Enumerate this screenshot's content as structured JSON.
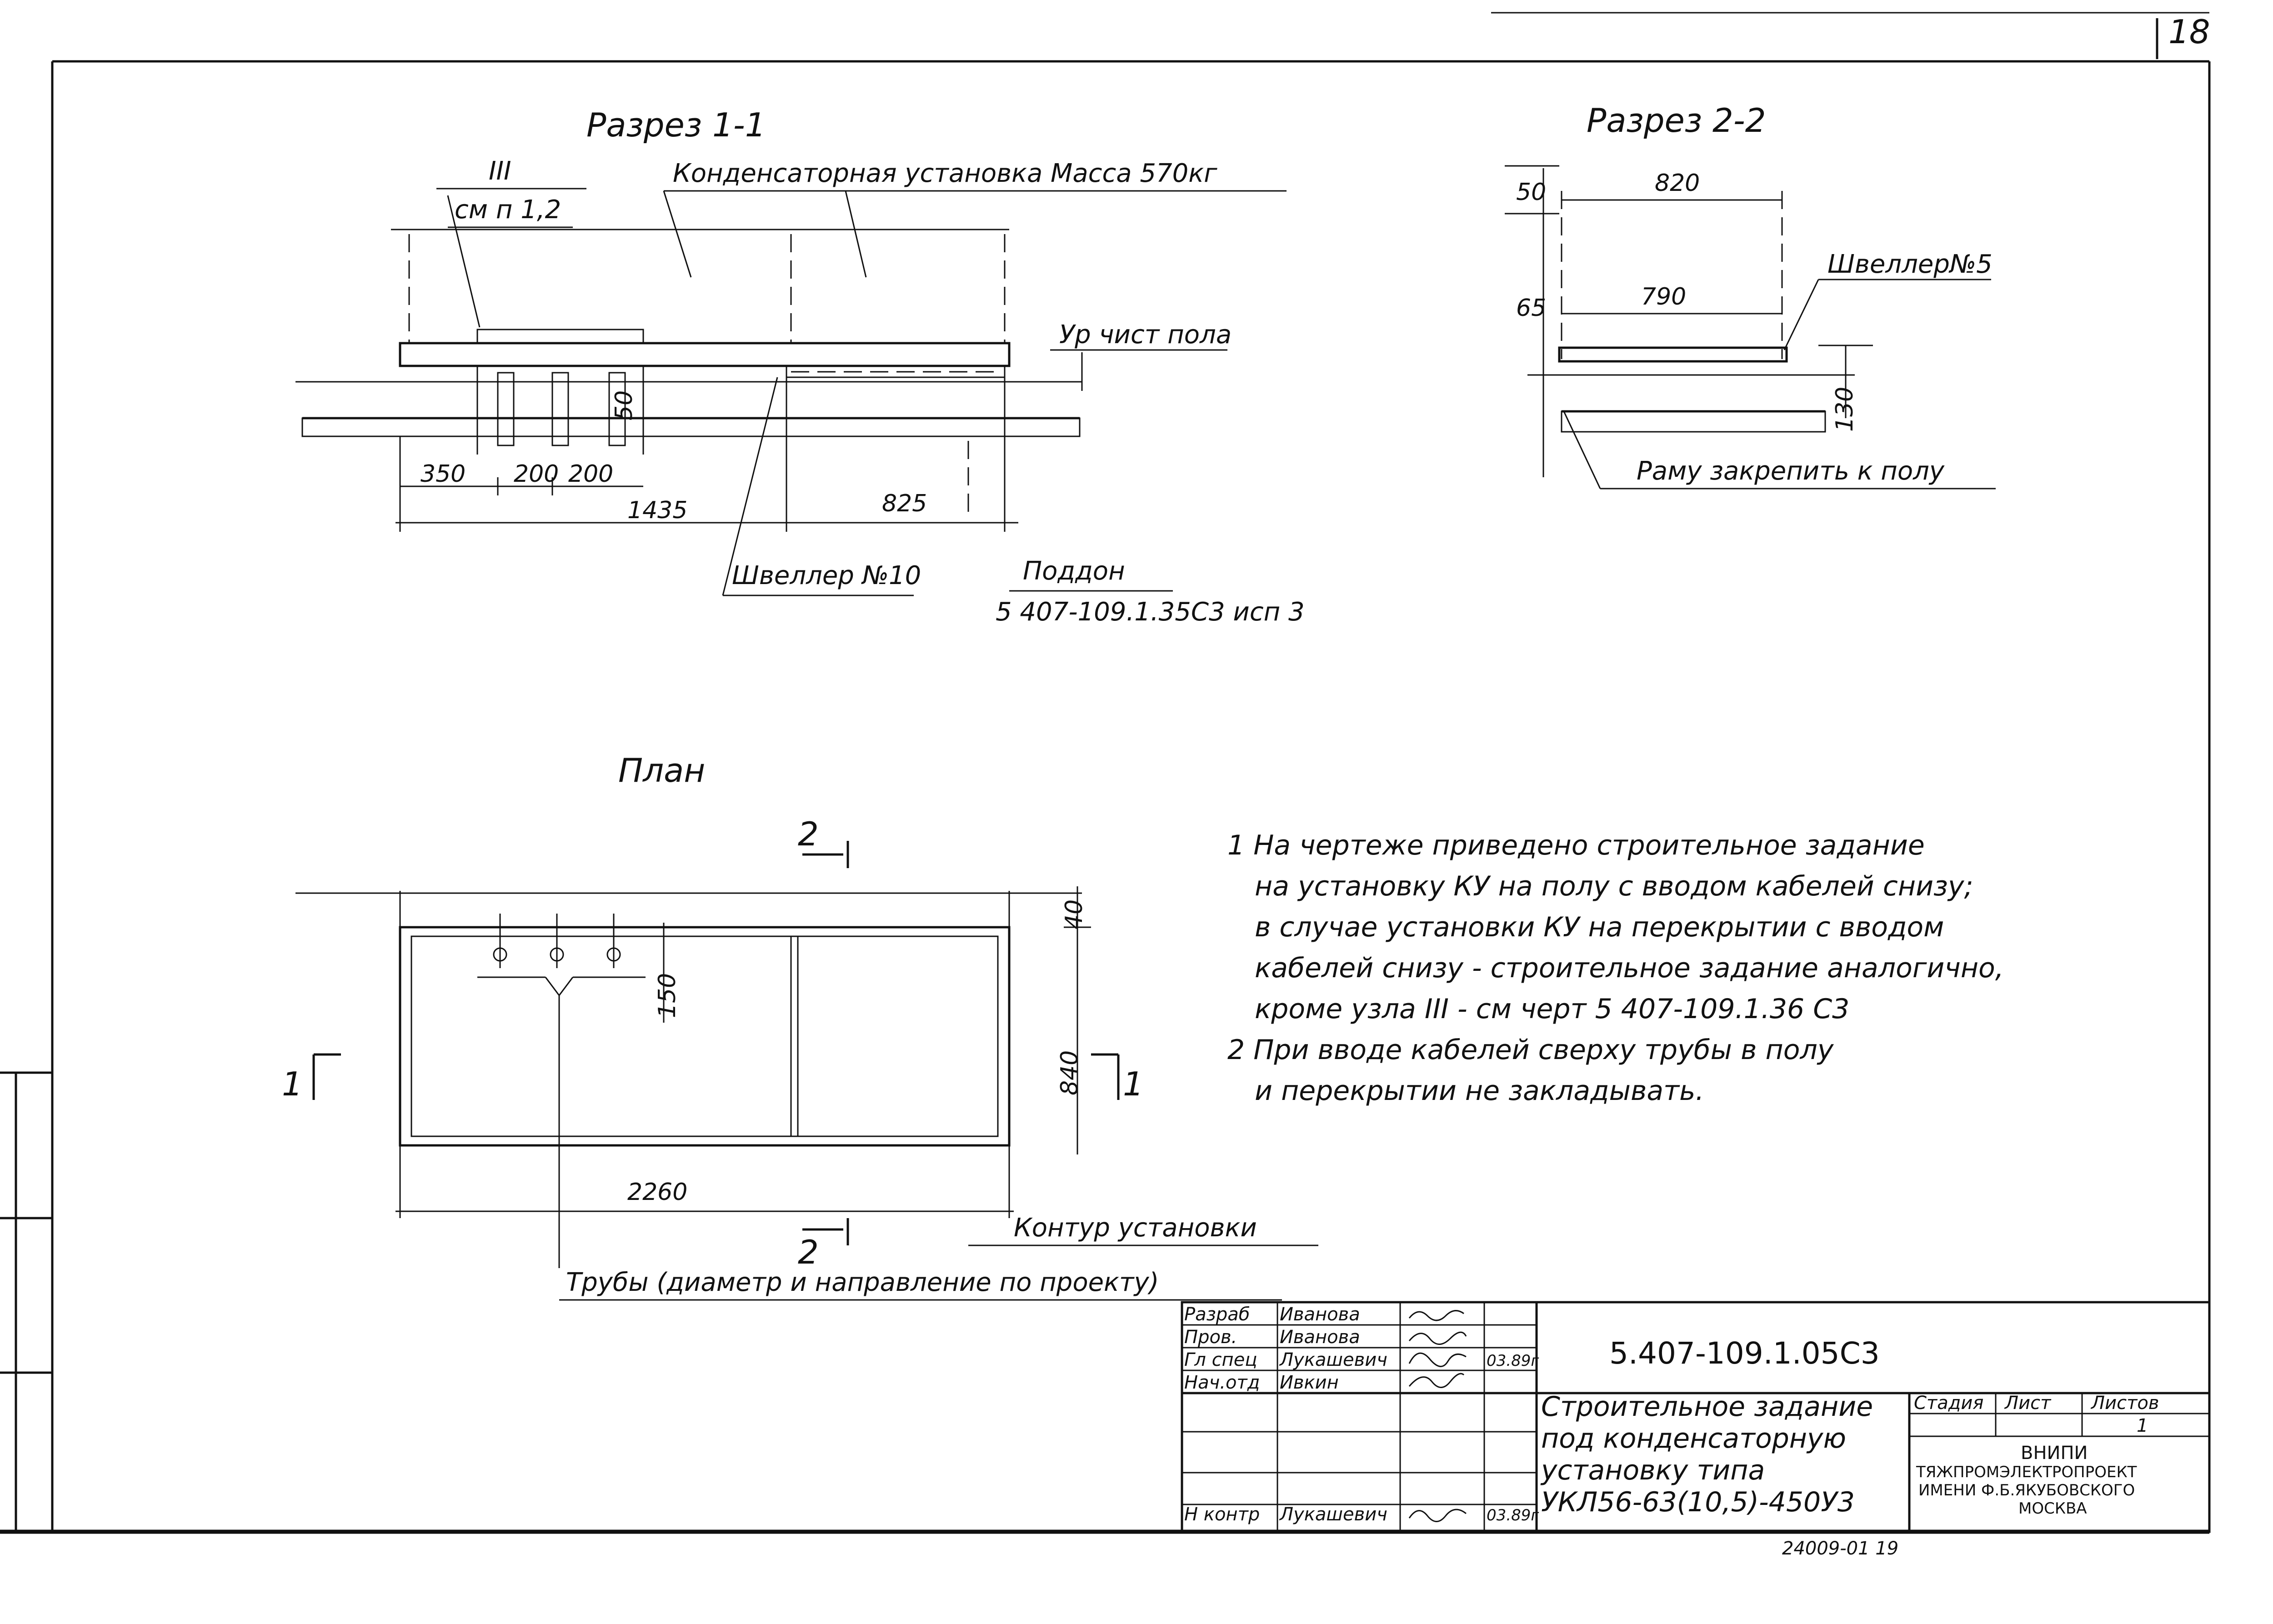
{
  "sheet": {
    "page_number": "18",
    "bottom_note": "24009-01  19"
  },
  "section_1": {
    "title": "Разрез 1-1",
    "node_label": "III",
    "node_ref": "см п 1,2",
    "unit_label": "Конденсаторная установка Масса 570кг",
    "floor_label": "Ур чист пола",
    "small_dim": "50",
    "dims": [
      "350",
      "200",
      "200",
      "1435",
      "825"
    ],
    "channel_label": "Швеллер №10",
    "tray_label": "Поддон",
    "tray_ref": "5 407-109.1.35С3 исп 3"
  },
  "section_2": {
    "title": "Разрез 2-2",
    "dims": [
      "50",
      "820",
      "65",
      "790",
      "130"
    ],
    "channel_label": "Швеллер№5",
    "fix_label": "Раму закрепить к полу"
  },
  "plan": {
    "title": "План",
    "cut_2": "2",
    "cut_1": "1",
    "dims": [
      "40",
      "150",
      "840",
      "2260"
    ],
    "contour_label": "Контур установки",
    "pipes_label": "Трубы (диаметр и направление по проекту)"
  },
  "notes": [
    "1  На чертеже приведено строительное задание",
    "на установку  КУ на полу с вводом кабелей снизу;",
    "в случае установки  КУ на  перекрытии с вводом",
    "кабелей  снизу - строительное  задание аналогично,",
    "кроме узла  III - см черт 5 407-109.1.36 С3",
    "2  При вводе  кабелей сверху трубы в полу",
    "и перекрытии  не закладывать."
  ],
  "title_block": {
    "doc_code": "5.407-109.1.05С3",
    "rows": [
      {
        "role": "Разраб",
        "name": "Иванова",
        "date": ""
      },
      {
        "role": "Пров.",
        "name": "Иванова",
        "date": ""
      },
      {
        "role": "Гл спец",
        "name": "Лукашевич",
        "date": "03.89г"
      },
      {
        "role": "Нач.отд",
        "name": "Ивкин",
        "date": ""
      },
      {
        "role": "",
        "name": "",
        "date": ""
      },
      {
        "role": "",
        "name": "",
        "date": ""
      },
      {
        "role": "Н контр",
        "name": "Лукашевич",
        "date": "03.89г"
      }
    ],
    "description": [
      "Строительное задание",
      "под конденсаторную",
      "установку  типа",
      "УКЛ56-63(10,5)-450У3"
    ],
    "stage_header": "Стадия",
    "sheet_header": "Лист",
    "sheets_header": "Листов",
    "sheets_value": "1",
    "org": [
      "ВНИПИ",
      "ТЯЖПРОМЭЛЕКТРОПРОЕКТ",
      "ИМЕНИ Ф.Б.ЯКУБОВСКОГО",
      "МОСКВА"
    ]
  }
}
